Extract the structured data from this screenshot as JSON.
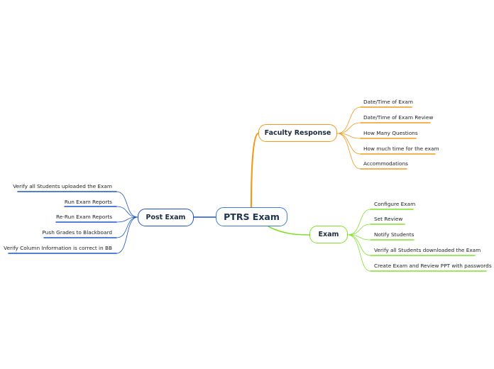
{
  "central": {
    "label": "PTRS Exam"
  },
  "branches": {
    "faculty_response": {
      "label": "Faculty Response",
      "color": "#f39a1b",
      "items": [
        "Date/Time of Exam",
        "Date/Time of Exam Review",
        "How Many Questions",
        "How much time for the exam",
        "Accommodations"
      ]
    },
    "exam": {
      "label": "Exam",
      "color": "#7fe22a",
      "items": [
        "Configure Exam",
        "Set Review",
        "Notify Students",
        "Verify all Students downloaded the Exam",
        "Create Exam and Review PPT with passwords"
      ]
    },
    "post_exam": {
      "label": "Post Exam",
      "color": "#1a56c4",
      "items": [
        "Verify all Students uploaded the Exam",
        "Run Exam Reports",
        "Re-Run Exam Reports",
        "Push Grades to Blackboard",
        "Verify Column Information is correct in BB"
      ]
    }
  }
}
